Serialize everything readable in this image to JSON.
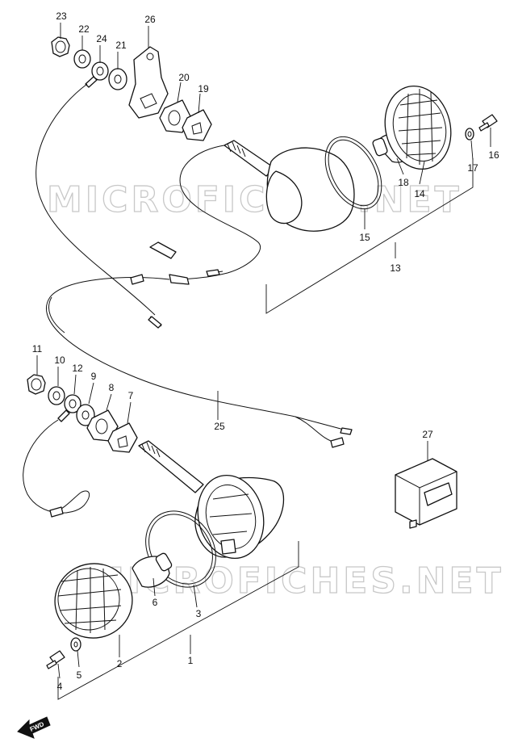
{
  "watermark": "MICROFICHES.NET",
  "fwd_label": "FWD",
  "callouts": [
    "1",
    "2",
    "3",
    "4",
    "5",
    "6",
    "7",
    "8",
    "9",
    "10",
    "11",
    "12",
    "13",
    "14",
    "15",
    "16",
    "17",
    "18",
    "19",
    "20",
    "21",
    "22",
    "23",
    "24",
    "25",
    "26",
    "27"
  ]
}
